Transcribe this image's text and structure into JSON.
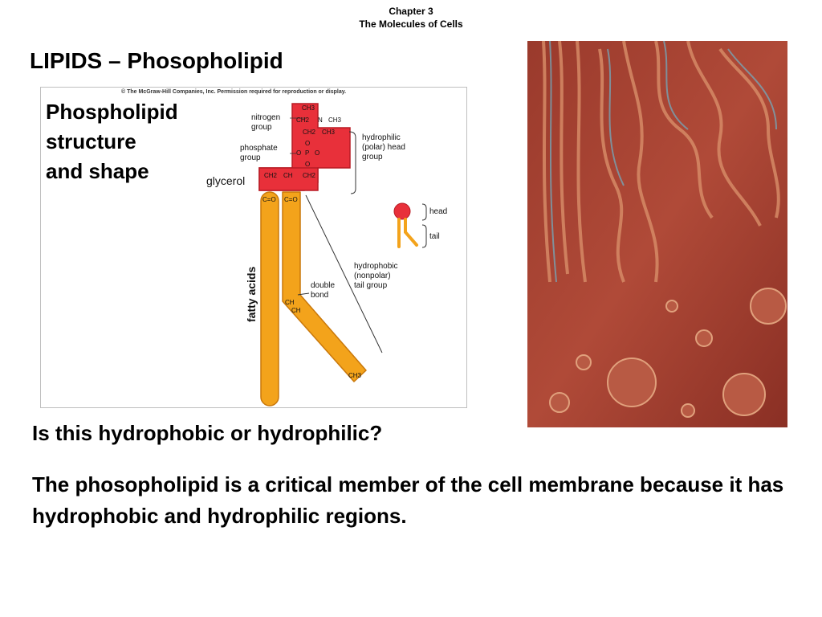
{
  "header": {
    "chapter": "Chapter 3",
    "subtitle": "The Molecules of Cells"
  },
  "slide": {
    "title": "LIPIDS – Phosopholipid"
  },
  "figure": {
    "copyright": "© The McGraw-Hill Companies, Inc. Permission required for reproduction or display.",
    "title_lines": [
      "Phospholipid",
      "structure",
      "and shape"
    ],
    "labels": {
      "nitrogen": [
        "nitrogen",
        "group"
      ],
      "phosphate": [
        "phosphate",
        "group"
      ],
      "glycerol": "glycerol",
      "hydrophilic": [
        "hydrophilic",
        "(polar) head",
        "group"
      ],
      "hydrophobic": [
        "hydrophobic",
        "(nonpolar)",
        "tail group"
      ],
      "double_bond": [
        "double",
        "bond"
      ],
      "head": "head",
      "tail": "tail",
      "fatty_acids": "fatty acids"
    },
    "chem": {
      "ch3": "CH3",
      "ch2": "CH2",
      "n_plus": "N",
      "o": "O",
      "p": "P",
      "ch": "CH",
      "c_o": "C=O"
    },
    "colors": {
      "head": "#e8303a",
      "tail": "#f3a31b",
      "head_border": "#b81b24",
      "tail_border": "#c9780b"
    }
  },
  "question": "Is this hydrophobic or hydrophilic?",
  "paragraph": "The phosopholipid is a critical member of the cell membrane because it has hydrophobic and hydrophilic regions."
}
